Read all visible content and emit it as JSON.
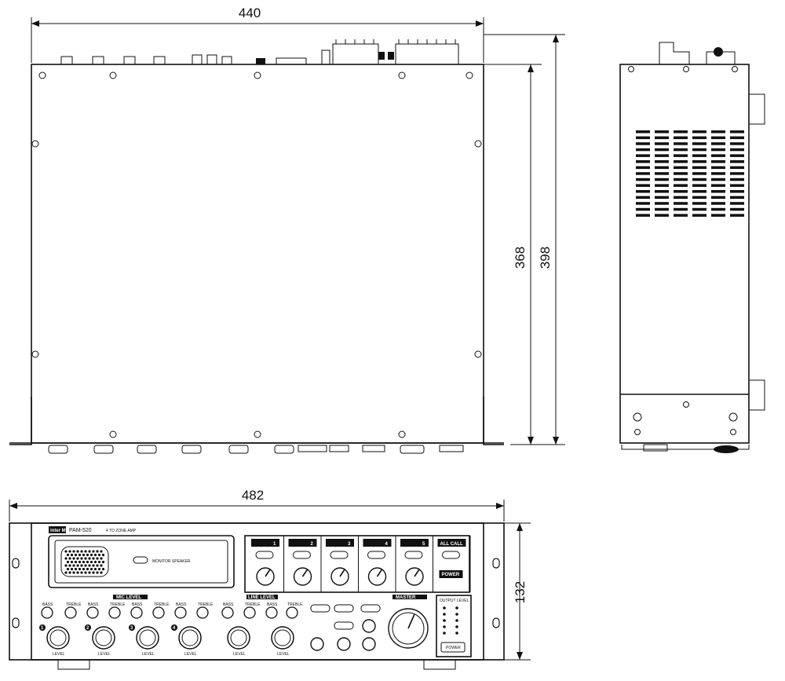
{
  "dimensions": {
    "top_width": "440",
    "top_depth_inner": "368",
    "top_depth_total": "398",
    "front_width": "482",
    "front_height": "132"
  },
  "front_panel": {
    "brand": "inter M",
    "model": "PAM-520",
    "subtitle": "4 TO ZONE AMP",
    "monitor_label": "MONITOR SPEAKER",
    "zone_numbers": [
      "1",
      "2",
      "3",
      "4",
      "5"
    ],
    "all_call_label": "ALL CALL",
    "power_button_label": "POWER",
    "power_label": "POWER",
    "mic_level_label": "MIC LEVEL",
    "line_level_label": "LINE LEVEL",
    "master_label": "MASTER",
    "output_level_label": "OUTPUT LEVEL",
    "bass_label": "BASS",
    "treble_label": "TREBLE",
    "level_label": "LEVEL",
    "channel_numbers": [
      "1",
      "2",
      "3",
      "4"
    ]
  },
  "colors": {
    "line": "#111111",
    "background": "#ffffff",
    "label_fill": "#111111"
  }
}
